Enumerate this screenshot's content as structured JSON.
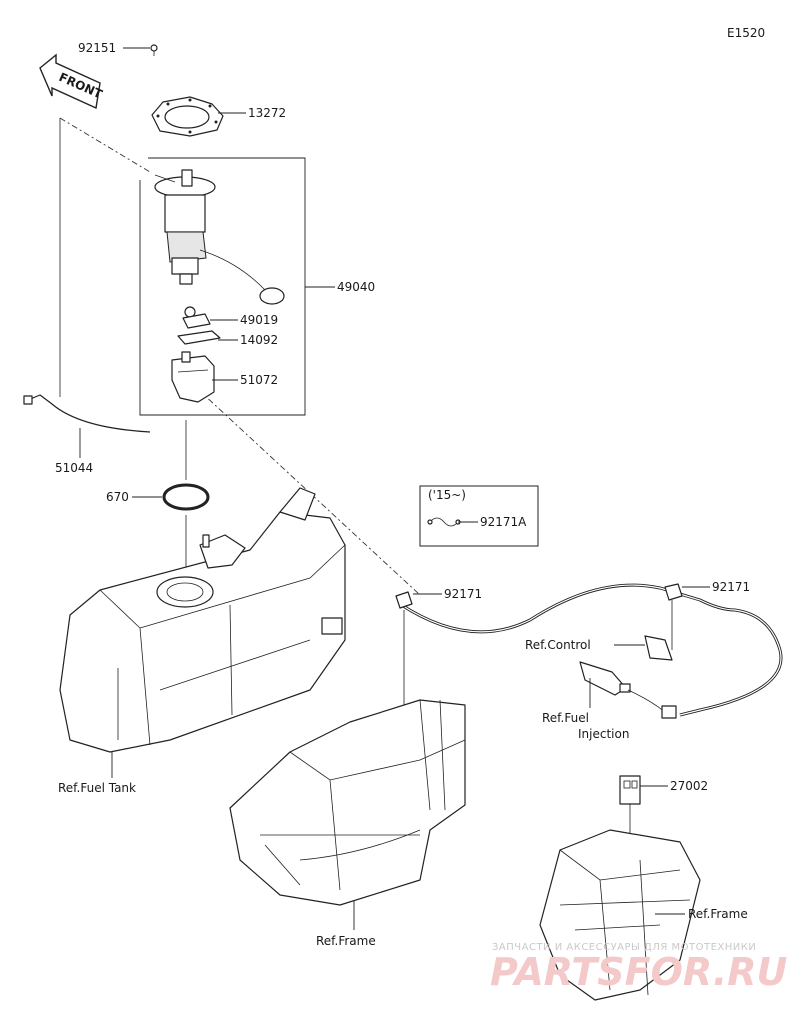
{
  "diagram_code": "E1520",
  "front_label": "FRONT",
  "callouts": [
    {
      "id": "c-92151",
      "text": "92151"
    },
    {
      "id": "c-13272",
      "text": "13272"
    },
    {
      "id": "c-49040",
      "text": "49040"
    },
    {
      "id": "c-49019",
      "text": "49019"
    },
    {
      "id": "c-14092",
      "text": "14092"
    },
    {
      "id": "c-51072",
      "text": "51072"
    },
    {
      "id": "c-51044",
      "text": "51044"
    },
    {
      "id": "c-670",
      "text": "670"
    },
    {
      "id": "c-92171a",
      "text": "92171A"
    },
    {
      "id": "c-92171-left",
      "text": "92171"
    },
    {
      "id": "c-92171-right",
      "text": "92171"
    },
    {
      "id": "c-27002",
      "text": "27002"
    }
  ],
  "version_note": "('15~)",
  "refs": {
    "fuel_tank": "Ref.Fuel Tank",
    "control": "Ref.Control",
    "fuel_injection_line1": "Ref.Fuel",
    "fuel_injection_line2": "Injection",
    "frame_center": "Ref.Frame",
    "frame_right": "Ref.Frame"
  },
  "watermark": {
    "tagline": "ЗАПЧАСТИ И АКСЕССУАРЫ ДЛЯ МОТОТЕХНИКИ",
    "brand": "PARTSFOR.RU"
  }
}
